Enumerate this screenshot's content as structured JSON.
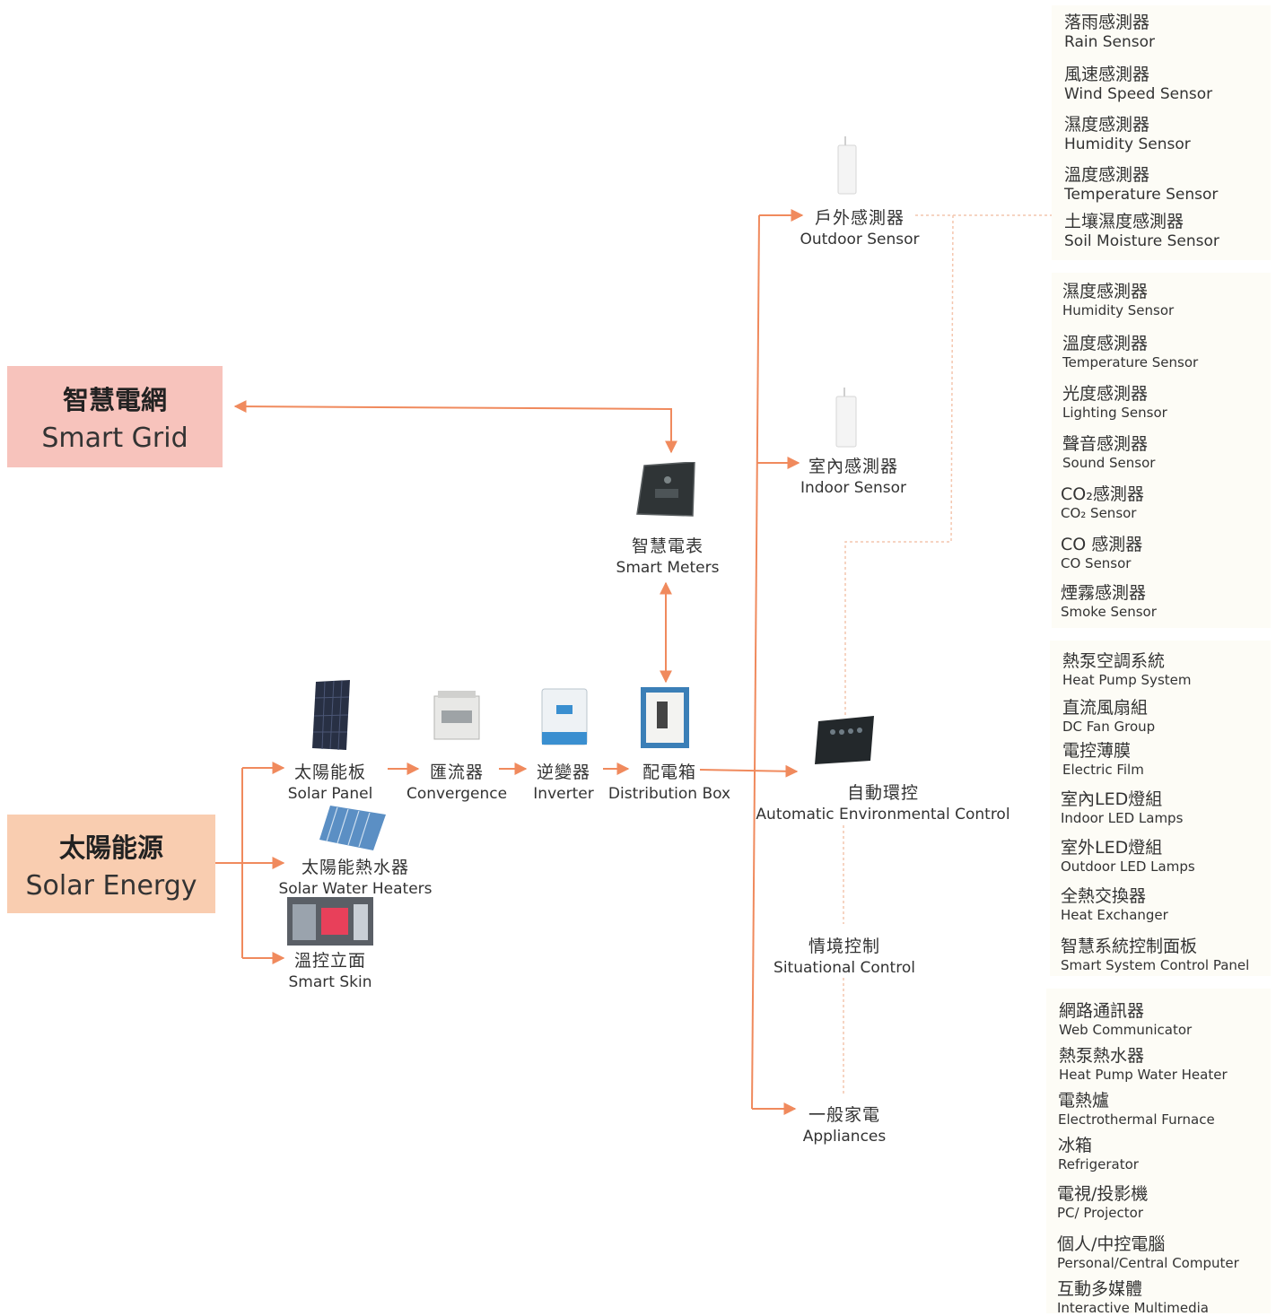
{
  "colors": {
    "arrow": "#f08a5d",
    "dotted": "#f4c6ae",
    "grid_box": "#f7c3bc",
    "solar_box": "#f9cdb0",
    "panel": "#fdfcf6"
  },
  "smart_grid": {
    "zh": "智慧電網",
    "en": "Smart Grid"
  },
  "solar_energy": {
    "zh": "太陽能源",
    "en": "Solar Energy"
  },
  "devices": {
    "smart_meters": {
      "zh": "智慧電表",
      "en": "Smart Meters",
      "icon": "smart-meter-icon"
    },
    "solar_panel": {
      "zh": "太陽能板",
      "en": "Solar Panel",
      "icon": "solar-panel-icon"
    },
    "convergence": {
      "zh": "匯流器",
      "en": "Convergence",
      "icon": "combiner-box-icon"
    },
    "inverter": {
      "zh": "逆變器",
      "en": "Inverter",
      "icon": "inverter-icon"
    },
    "distribution_box": {
      "zh": "配電箱",
      "en": "Distribution Box",
      "icon": "distribution-box-icon"
    },
    "solar_water_heaters": {
      "zh": "太陽能熱水器",
      "en": "Solar Water Heaters",
      "icon": "solar-water-heater-icon"
    },
    "smart_skin": {
      "zh": "溫控立面",
      "en": "Smart Skin",
      "icon": "building-facade-icon"
    },
    "outdoor_sensor": {
      "zh": "戶外感測器",
      "en": "Outdoor Sensor",
      "icon": "sensor-device-icon"
    },
    "indoor_sensor": {
      "zh": "室內感測器",
      "en": "Indoor Sensor",
      "icon": "sensor-device-icon"
    },
    "auto_env": {
      "zh": "自動環控",
      "en": "Automatic Environmental Control",
      "icon": "control-panel-icon"
    },
    "situational": {
      "zh": "情境控制",
      "en": "Situational Control"
    },
    "appliances": {
      "zh": "一般家電",
      "en": "Appliances"
    }
  },
  "outdoor_list": [
    {
      "zh": "落雨感測器",
      "en": "Rain Sensor"
    },
    {
      "zh": "風速感測器",
      "en": "Wind Speed Sensor"
    },
    {
      "zh": "濕度感測器",
      "en": "Humidity Sensor"
    },
    {
      "zh": "溫度感測器",
      "en": "Temperature Sensor"
    },
    {
      "zh": "土壤濕度感測器",
      "en": "Soil Moisture Sensor"
    }
  ],
  "indoor_list": [
    {
      "zh": "濕度感測器",
      "en": "Humidity Sensor"
    },
    {
      "zh": "溫度感測器",
      "en": "Temperature Sensor"
    },
    {
      "zh": "光度感測器",
      "en": "Lighting Sensor"
    },
    {
      "zh": "聲音感測器",
      "en": "Sound Sensor"
    },
    {
      "zh": "CO₂感測器",
      "en": "CO₂ Sensor"
    },
    {
      "zh": "CO 感測器",
      "en": "CO Sensor"
    },
    {
      "zh": "煙霧感測器",
      "en": "Smoke Sensor"
    }
  ],
  "control_list": [
    {
      "zh": "熱泵空調系統",
      "en": "Heat Pump System"
    },
    {
      "zh": "直流風扇組",
      "en": "DC Fan Group"
    },
    {
      "zh": "電控薄膜",
      "en": "Electric Film"
    },
    {
      "zh": "室內LED燈組",
      "en": "Indoor LED Lamps"
    },
    {
      "zh": "室外LED燈組",
      "en": "Outdoor LED Lamps"
    },
    {
      "zh": "全熱交換器",
      "en": "Heat Exchanger"
    },
    {
      "zh": "智慧系統控制面板",
      "en": "Smart System Control Panel"
    }
  ],
  "appliance_list": [
    {
      "zh": "網路通訊器",
      "en": "Web Communicator"
    },
    {
      "zh": "熱泵熱水器",
      "en": "Heat Pump Water Heater"
    },
    {
      "zh": "電熱爐",
      "en": "Electrothermal Furnace"
    },
    {
      "zh": "冰箱",
      "en": "Refrigerator"
    },
    {
      "zh": "電視/投影機",
      "en": "PC/ Projector"
    },
    {
      "zh": "個人/中控電腦",
      "en": "Personal/Central Computer"
    },
    {
      "zh": "互動多媒體",
      "en": "Interactive Multimedia"
    }
  ]
}
